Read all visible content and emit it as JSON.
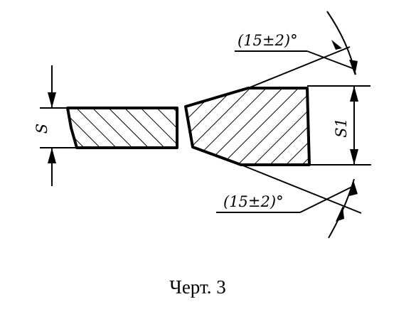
{
  "labels": {
    "thickness": "S",
    "thickness_reduced": "S1",
    "angle_upper": "(15±2)°",
    "angle_lower": "(15±2)°"
  },
  "caption": "Черт. 3"
}
